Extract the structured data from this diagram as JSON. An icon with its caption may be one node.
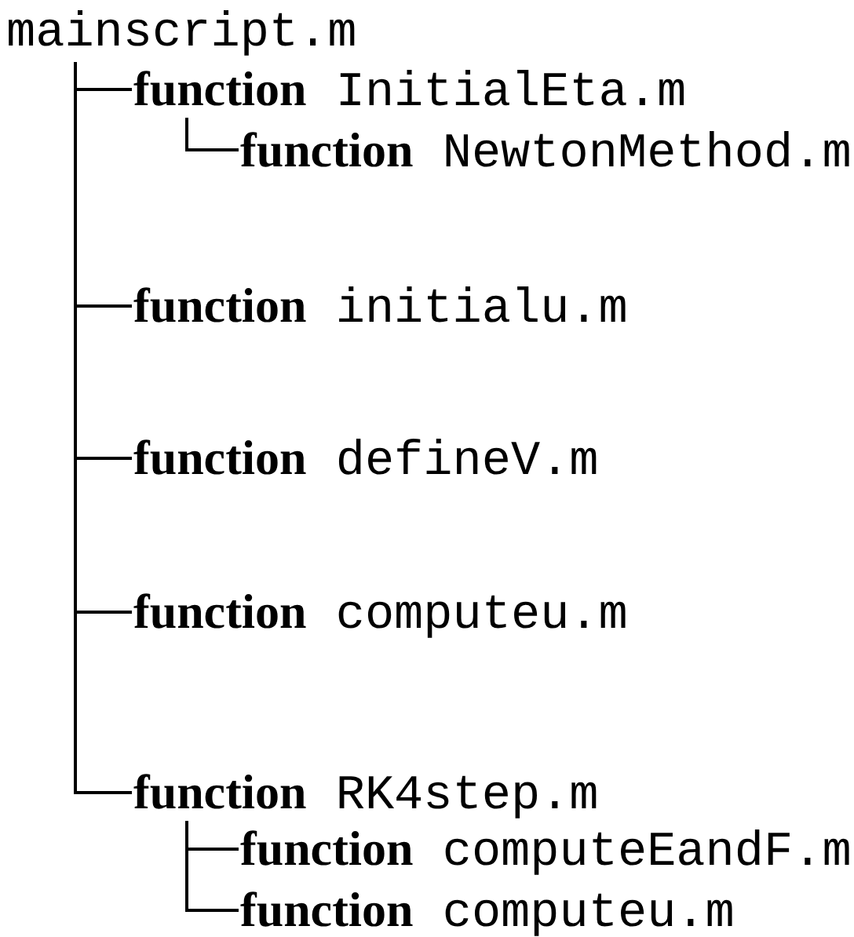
{
  "diagram": {
    "nodes": [
      {
        "text": [
          "mainscript.m"
        ]
      },
      {
        "text": [
          "**function** InitialEta.m"
        ]
      },
      {
        "text": [
          "**function** NewtonMethod.m"
        ]
      },
      {
        "text": [
          "**function** initialu.m"
        ]
      },
      {
        "text": [
          "**function** defineV.m"
        ]
      },
      {
        "text": [
          "**function** computeu.m"
        ]
      },
      {
        "text": [
          "**function** RK4step.m"
        ]
      },
      {
        "text": [
          "**function** computeEandF.m"
        ]
      },
      {
        "text": [
          "**function** computeu.m"
        ]
      }
    ],
    "edges": [
      {
        "from": 0,
        "to": 1,
        "arrow": "none"
      },
      {
        "from": 1,
        "to": 2,
        "arrow": "none"
      },
      {
        "from": 0,
        "to": 3,
        "arrow": "none"
      },
      {
        "from": 0,
        "to": 4,
        "arrow": "none"
      },
      {
        "from": 0,
        "to": 5,
        "arrow": "none"
      },
      {
        "from": 0,
        "to": 6,
        "arrow": "none"
      },
      {
        "from": 6,
        "to": 7,
        "arrow": "none"
      },
      {
        "from": 6,
        "to": 8,
        "arrow": "none"
      }
    ]
  }
}
